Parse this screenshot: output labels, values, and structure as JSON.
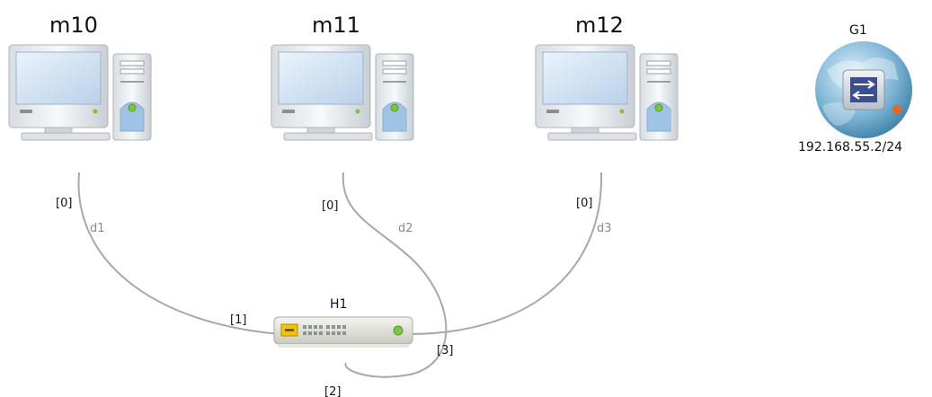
{
  "nodes": {
    "m10": {
      "label": "m10"
    },
    "m11": {
      "label": "m11"
    },
    "m12": {
      "label": "m12"
    },
    "hub": {
      "label": "H1"
    },
    "gateway": {
      "label": "G1",
      "ip": "192.168.55.2/24"
    }
  },
  "links": {
    "d1": {
      "label": "d1",
      "port_a": "[0]",
      "port_b": "[1]"
    },
    "d2": {
      "label": "d2",
      "port_a": "[0]",
      "port_b": "[2]"
    },
    "d3": {
      "label": "d3",
      "port_a": "[0]",
      "port_b": "[3]"
    }
  },
  "colors": {
    "cable": "#a8a8a8",
    "monitor_screen": "#cfe0f2",
    "hub_port": "#f0c20a",
    "hub_led": "#7cc63c",
    "gateway_dot": "#e8661e"
  }
}
